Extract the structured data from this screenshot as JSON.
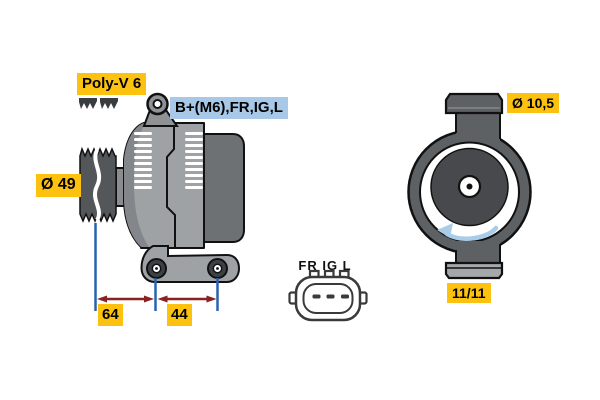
{
  "diagram_labels": {
    "belt_type": "Poly-V 6",
    "terminals": "B+(M6),FR,IG,L",
    "pulley_diameter": "Ø 49",
    "dimension_64": "64",
    "dimension_44": "44",
    "connector_pins": "FR IG L",
    "hole_diameter": "Ø 10,5",
    "fixing_dimension": "11/11"
  },
  "colors": {
    "label_yellow_bg": "#FCC20F",
    "label_blue_bg": "#A8C8E8",
    "dimension_line_blue": "#2B62B0",
    "dimension_arrow_red": "#8B2121",
    "rotation_arrow_blue": "#A9CDE9",
    "body_light_gray": "#9EA2A5",
    "body_dark_gray": "#5E6164",
    "rear_block_gray": "#6E7174",
    "pulley_gray": "#54575A"
  },
  "icons": {
    "belt_profile": "poly-v-belt-profile-icon",
    "rotation_direction": "rotation-ccw-arrow-icon"
  }
}
